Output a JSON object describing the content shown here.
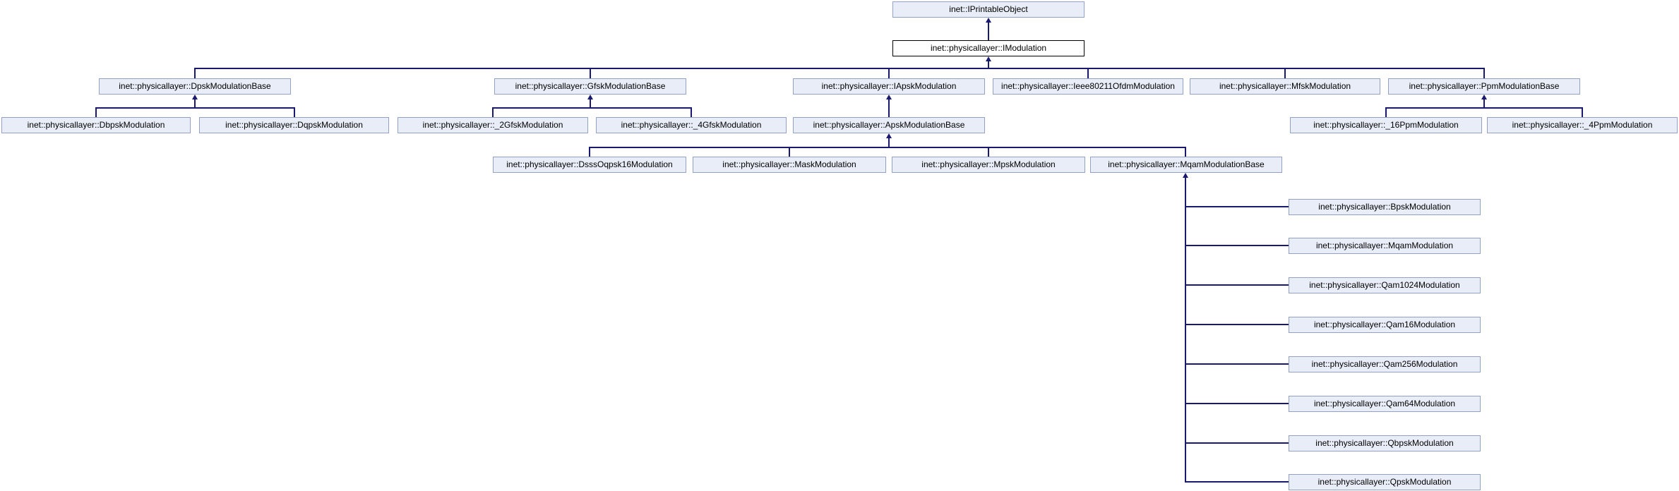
{
  "diagram_type": "class-inheritance-graph",
  "colors": {
    "node_fill": "#e8edf7",
    "node_border": "#93a1c5",
    "current_node_fill": "#ffffff",
    "current_node_border": "#000000",
    "edge": "#191970",
    "background": "#ffffff"
  },
  "nodes": {
    "iprintableobject": {
      "label": "inet::IPrintableObject"
    },
    "imodulation": {
      "label": "inet::physicallayer::IModulation"
    },
    "dpskmodulationbase": {
      "label": "inet::physicallayer::DpskModulationBase"
    },
    "gfskmodulationbase": {
      "label": "inet::physicallayer::GfskModulationBase"
    },
    "iapskmodulation": {
      "label": "inet::physicallayer::IApskModulation"
    },
    "ieee80211ofdmmodulation": {
      "label": "inet::physicallayer::Ieee80211OfdmModulation"
    },
    "mfskmodulation": {
      "label": "inet::physicallayer::MfskModulation"
    },
    "ppmmodulationbase": {
      "label": "inet::physicallayer::PpmModulationBase"
    },
    "dbpskmodulation": {
      "label": "inet::physicallayer::DbpskModulation"
    },
    "dqpskmodulation": {
      "label": "inet::physicallayer::DqpskModulation"
    },
    "_2gfskmodulation": {
      "label": "inet::physicallayer::_2GfskModulation"
    },
    "_4gfskmodulation": {
      "label": "inet::physicallayer::_4GfskModulation"
    },
    "apskmodulationbase": {
      "label": "inet::physicallayer::ApskModulationBase"
    },
    "_16ppmmodulation": {
      "label": "inet::physicallayer::_16PpmModulation"
    },
    "_4ppmmodulation": {
      "label": "inet::physicallayer::_4PpmModulation"
    },
    "dsssoqpsk16modulation": {
      "label": "inet::physicallayer::DsssOqpsk16Modulation"
    },
    "maskmodulation": {
      "label": "inet::physicallayer::MaskModulation"
    },
    "mpskmodulation": {
      "label": "inet::physicallayer::MpskModulation"
    },
    "mqammodulationbase": {
      "label": "inet::physicallayer::MqamModulationBase"
    },
    "bpskmodulation": {
      "label": "inet::physicallayer::BpskModulation"
    },
    "mqammodulation": {
      "label": "inet::physicallayer::MqamModulation"
    },
    "qam1024modulation": {
      "label": "inet::physicallayer::Qam1024Modulation"
    },
    "qam16modulation": {
      "label": "inet::physicallayer::Qam16Modulation"
    },
    "qam256modulation": {
      "label": "inet::physicallayer::Qam256Modulation"
    },
    "qam64modulation": {
      "label": "inet::physicallayer::Qam64Modulation"
    },
    "qbpskmodulation": {
      "label": "inet::physicallayer::QbpskModulation"
    },
    "qpskmodulation": {
      "label": "inet::physicallayer::QpskModulation"
    }
  },
  "edges": [
    {
      "base": "inet::IPrintableObject",
      "derived": "inet::physicallayer::IModulation"
    },
    {
      "base": "inet::physicallayer::IModulation",
      "derived": "inet::physicallayer::DpskModulationBase"
    },
    {
      "base": "inet::physicallayer::IModulation",
      "derived": "inet::physicallayer::GfskModulationBase"
    },
    {
      "base": "inet::physicallayer::IModulation",
      "derived": "inet::physicallayer::IApskModulation"
    },
    {
      "base": "inet::physicallayer::IModulation",
      "derived": "inet::physicallayer::Ieee80211OfdmModulation"
    },
    {
      "base": "inet::physicallayer::IModulation",
      "derived": "inet::physicallayer::MfskModulation"
    },
    {
      "base": "inet::physicallayer::IModulation",
      "derived": "inet::physicallayer::PpmModulationBase"
    },
    {
      "base": "inet::physicallayer::DpskModulationBase",
      "derived": "inet::physicallayer::DbpskModulation"
    },
    {
      "base": "inet::physicallayer::DpskModulationBase",
      "derived": "inet::physicallayer::DqpskModulation"
    },
    {
      "base": "inet::physicallayer::GfskModulationBase",
      "derived": "inet::physicallayer::_2GfskModulation"
    },
    {
      "base": "inet::physicallayer::GfskModulationBase",
      "derived": "inet::physicallayer::_4GfskModulation"
    },
    {
      "base": "inet::physicallayer::IApskModulation",
      "derived": "inet::physicallayer::ApskModulationBase"
    },
    {
      "base": "inet::physicallayer::PpmModulationBase",
      "derived": "inet::physicallayer::_16PpmModulation"
    },
    {
      "base": "inet::physicallayer::PpmModulationBase",
      "derived": "inet::physicallayer::_4PpmModulation"
    },
    {
      "base": "inet::physicallayer::ApskModulationBase",
      "derived": "inet::physicallayer::DsssOqpsk16Modulation"
    },
    {
      "base": "inet::physicallayer::ApskModulationBase",
      "derived": "inet::physicallayer::MaskModulation"
    },
    {
      "base": "inet::physicallayer::ApskModulationBase",
      "derived": "inet::physicallayer::MpskModulation"
    },
    {
      "base": "inet::physicallayer::ApskModulationBase",
      "derived": "inet::physicallayer::MqamModulationBase"
    },
    {
      "base": "inet::physicallayer::MqamModulationBase",
      "derived": "inet::physicallayer::BpskModulation"
    },
    {
      "base": "inet::physicallayer::MqamModulationBase",
      "derived": "inet::physicallayer::MqamModulation"
    },
    {
      "base": "inet::physicallayer::MqamModulationBase",
      "derived": "inet::physicallayer::Qam1024Modulation"
    },
    {
      "base": "inet::physicallayer::MqamModulationBase",
      "derived": "inet::physicallayer::Qam16Modulation"
    },
    {
      "base": "inet::physicallayer::MqamModulationBase",
      "derived": "inet::physicallayer::Qam256Modulation"
    },
    {
      "base": "inet::physicallayer::MqamModulationBase",
      "derived": "inet::physicallayer::Qam64Modulation"
    },
    {
      "base": "inet::physicallayer::MqamModulationBase",
      "derived": "inet::physicallayer::QbpskModulation"
    },
    {
      "base": "inet::physicallayer::MqamModulationBase",
      "derived": "inet::physicallayer::QpskModulation"
    }
  ]
}
